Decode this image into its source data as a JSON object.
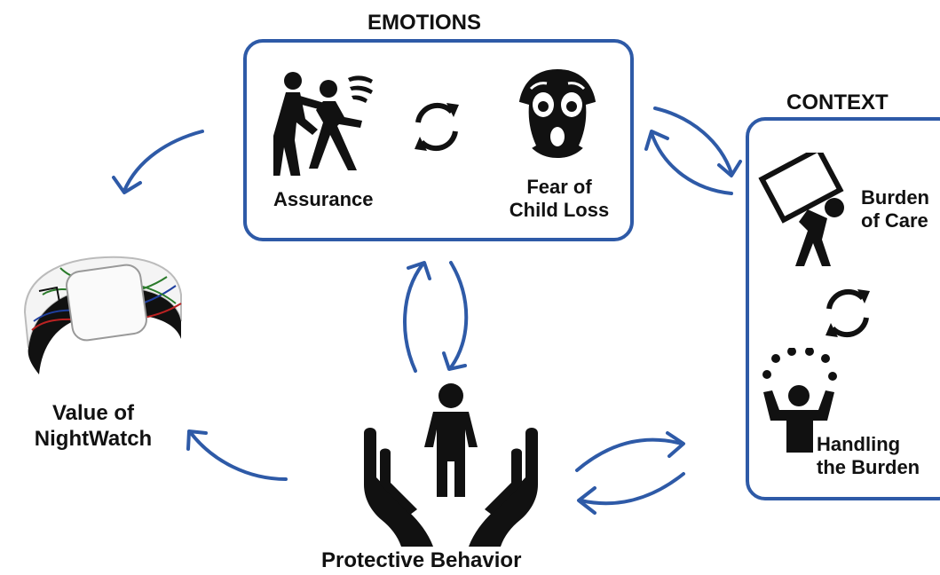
{
  "colors": {
    "arrow": "#2E5AA7",
    "box_border": "#2E5AA7",
    "icon": "#111111"
  },
  "emotions": {
    "heading": "EMOTIONS",
    "left_label": "Assurance",
    "right_label_line1": "Fear of",
    "right_label_line2": "Child Loss"
  },
  "context": {
    "heading": "CONTEXT",
    "top_label_line1": "Burden",
    "top_label_line2": "of Care",
    "bottom_label_line1": "Handling",
    "bottom_label_line2": "the Burden"
  },
  "value": {
    "label_line1": "Value of",
    "label_line2": "NightWatch"
  },
  "behavior": {
    "label": "Protective Behavior"
  },
  "icons": [
    "assurance-icon",
    "cycle-icon",
    "fear-face-icon",
    "burden-icon",
    "juggling-icon",
    "watch-device-icon",
    "protective-hands-icon"
  ]
}
